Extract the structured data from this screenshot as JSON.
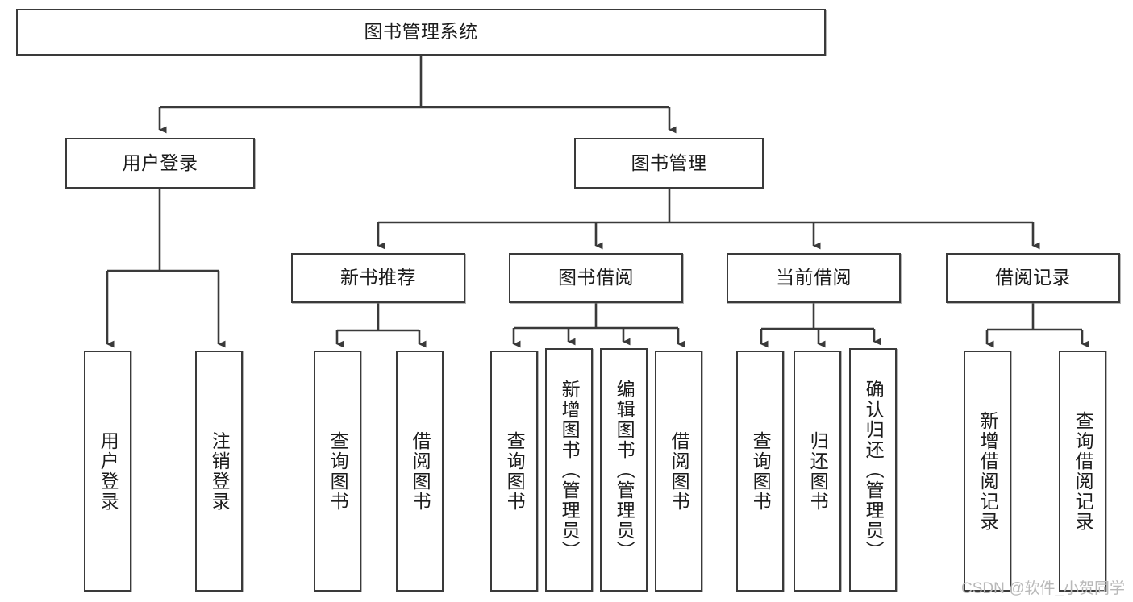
{
  "diagram": {
    "type": "tree-hierarchy-chart",
    "title": "图书管理系统",
    "watermark": "CSDN @软件_小贺同学",
    "colors": {
      "box_border": "#3a3a3a",
      "box_fill": "#ffffff",
      "connector": "#3a3a3a",
      "text": "#1c1c1c",
      "watermark": "#b9b9b9"
    },
    "nodes": {
      "root": {
        "label": "图书管理系统"
      },
      "level2": [
        {
          "label": "用户登录"
        },
        {
          "label": "图书管理"
        }
      ],
      "level3": [
        {
          "label": "新书推荐"
        },
        {
          "label": "图书借阅"
        },
        {
          "label": "当前借阅"
        },
        {
          "label": "借阅记录"
        }
      ],
      "leaves": {
        "user_login": [
          {
            "label": "用户登录"
          },
          {
            "label": "注销登录"
          }
        ],
        "new_book_recommend": [
          {
            "label": "查询图书"
          },
          {
            "label": "借阅图书"
          }
        ],
        "book_borrow": [
          {
            "label": "查询图书"
          },
          {
            "label": "新增图书（管理员）"
          },
          {
            "label": "编辑图书（管理员）"
          },
          {
            "label": "借阅图书"
          }
        ],
        "current_borrow": [
          {
            "label": "查询图书"
          },
          {
            "label": "归还图书"
          },
          {
            "label": "确认归还（管理员）"
          }
        ],
        "borrow_record": [
          {
            "label": "新增借阅记录"
          },
          {
            "label": "查询借阅记录"
          }
        ]
      }
    }
  }
}
